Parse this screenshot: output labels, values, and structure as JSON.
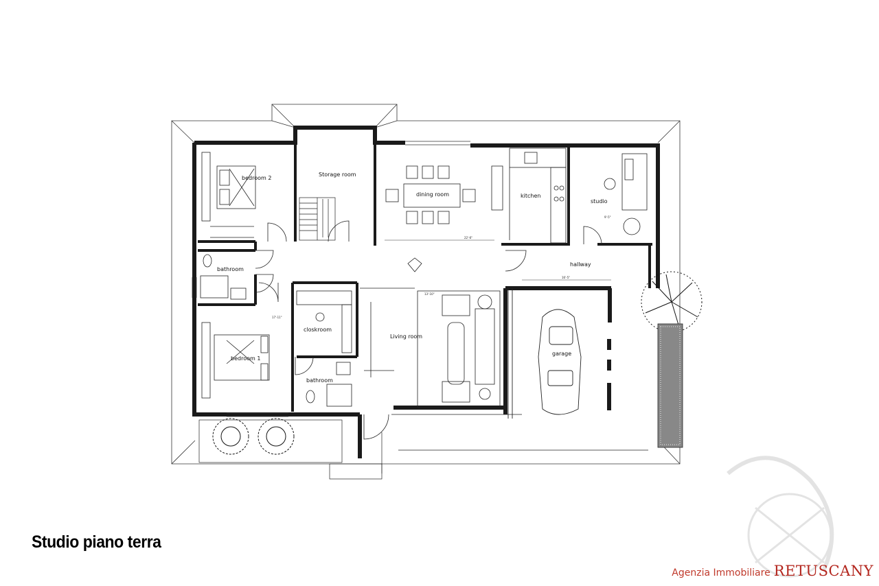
{
  "caption": "Studio piano terra",
  "agency": {
    "prefix": "Agenzia Immobiliare",
    "brand": "RETUSCANY"
  },
  "colors": {
    "wall": "#1a1a1a",
    "line": "#222222",
    "brand": "#b3261e",
    "watermark": "#cfcfcf"
  },
  "rooms": {
    "bedroom2": "bedroom 2",
    "storage": "Storage room",
    "dining": "dining room",
    "kitchen": "kitchen",
    "studio": "studio",
    "bathroom_a": "bathroom",
    "hallway": "hallway",
    "closkroom": "closkroom",
    "living": "Living room",
    "garage": "garage",
    "bedroom1": "bedroom 1",
    "bathroom_b": "bathroom"
  },
  "dimensions": {
    "d1": "22'-6\"",
    "d2": "16'-5\"",
    "d3": "13'-10\"",
    "d4": "9'-5\"",
    "d5": "17'-11\""
  }
}
